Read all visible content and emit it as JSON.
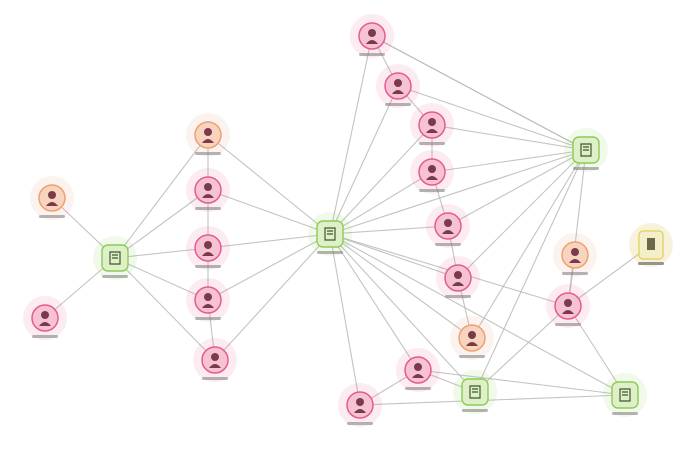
{
  "colors": {
    "background": "#ffffff",
    "edge": "#b9b9b9",
    "pink": "#e85a8c",
    "orange": "#f0a070",
    "green": "#8ccc55",
    "yellow": "#e0d060"
  },
  "node_icons": {
    "pink": "person-icon",
    "orange": "person-icon",
    "green": "server-icon",
    "yellow": "device-icon"
  },
  "nodes": [
    {
      "id": "n1",
      "color": "pink"
    },
    {
      "id": "n2",
      "color": "pink"
    },
    {
      "id": "n3",
      "color": "pink"
    },
    {
      "id": "n4",
      "color": "pink"
    },
    {
      "id": "n5",
      "color": "green"
    },
    {
      "id": "n6",
      "color": "orange"
    },
    {
      "id": "n7",
      "color": "pink"
    },
    {
      "id": "n8",
      "color": "pink"
    },
    {
      "id": "n9",
      "color": "pink"
    },
    {
      "id": "n10",
      "color": "pink"
    },
    {
      "id": "n11",
      "color": "pink"
    },
    {
      "id": "n12",
      "color": "green"
    },
    {
      "id": "n13",
      "color": "green"
    },
    {
      "id": "n14",
      "color": "pink"
    },
    {
      "id": "n15",
      "color": "pink"
    },
    {
      "id": "n16",
      "color": "orange"
    },
    {
      "id": "n17",
      "color": "yellow"
    },
    {
      "id": "n18",
      "color": "pink"
    },
    {
      "id": "n19",
      "color": "pink"
    },
    {
      "id": "n20",
      "color": "green"
    },
    {
      "id": "n21",
      "color": "pink"
    },
    {
      "id": "n22",
      "color": "green"
    },
    {
      "id": "n23",
      "color": "orange"
    },
    {
      "id": "n24",
      "color": "orange"
    },
    {
      "id": "n25",
      "color": "yellow"
    }
  ],
  "edges": [
    [
      "n23",
      "n12"
    ],
    [
      "n2",
      "n12"
    ],
    [
      "n12",
      "n6"
    ],
    [
      "n12",
      "n7"
    ],
    [
      "n12",
      "n9"
    ],
    [
      "n12",
      "n11"
    ],
    [
      "n12",
      "n14"
    ],
    [
      "n6",
      "n13"
    ],
    [
      "n7",
      "n13"
    ],
    [
      "n9",
      "n13"
    ],
    [
      "n11",
      "n13"
    ],
    [
      "n14",
      "n13"
    ],
    [
      "n6",
      "n7"
    ],
    [
      "n7",
      "n9"
    ],
    [
      "n9",
      "n11"
    ],
    [
      "n11",
      "n14"
    ],
    [
      "n13",
      "n1"
    ],
    [
      "n13",
      "n3"
    ],
    [
      "n13",
      "n4"
    ],
    [
      "n13",
      "n5"
    ],
    [
      "n13",
      "n8"
    ],
    [
      "n13",
      "n10"
    ],
    [
      "n13",
      "n15"
    ],
    [
      "n13",
      "n16"
    ],
    [
      "n13",
      "n18"
    ],
    [
      "n13",
      "n19"
    ],
    [
      "n13",
      "n20"
    ],
    [
      "n13",
      "n21"
    ],
    [
      "n13",
      "n22"
    ],
    [
      "n5",
      "n1"
    ],
    [
      "n5",
      "n3"
    ],
    [
      "n5",
      "n4"
    ],
    [
      "n5",
      "n8"
    ],
    [
      "n5",
      "n10"
    ],
    [
      "n5",
      "n15"
    ],
    [
      "n5",
      "n16"
    ],
    [
      "n5",
      "n18"
    ],
    [
      "n5",
      "n20"
    ],
    [
      "n1",
      "n3"
    ],
    [
      "n3",
      "n4"
    ],
    [
      "n4",
      "n8"
    ],
    [
      "n8",
      "n10"
    ],
    [
      "n10",
      "n15"
    ],
    [
      "n15",
      "n16"
    ],
    [
      "n18",
      "n17"
    ],
    [
      "n18",
      "n24"
    ],
    [
      "n18",
      "n20"
    ],
    [
      "n18",
      "n22"
    ],
    [
      "n20",
      "n21"
    ],
    [
      "n21",
      "n22"
    ],
    [
      "n19",
      "n22"
    ],
    [
      "n19",
      "n21"
    ],
    [
      "n1",
      "n5"
    ]
  ]
}
